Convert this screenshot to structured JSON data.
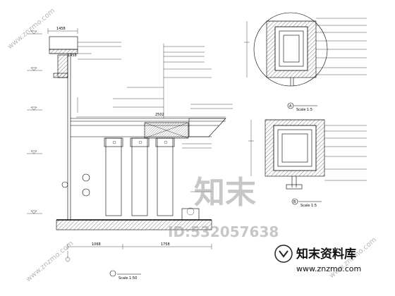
{
  "dimensions": {
    "top_left": "1458",
    "top_left_2": "1458",
    "mid_span": "2502",
    "bottom_left": "1068",
    "bottom_right": "1758"
  },
  "detail_scales": {
    "detail_a_scale": "Scale 1:5",
    "detail_b_scale": "Scale 1:5"
  },
  "detail_tags": {
    "tag_a": "A",
    "tag_b": "B"
  },
  "section_title": "Scale 1:50",
  "watermark": {
    "brand_cn": "知末资料库",
    "brand_large": "知末",
    "id_text": "ID:532057638",
    "url": "www.znzmo.com",
    "side_url": "www.znzmo.com"
  }
}
